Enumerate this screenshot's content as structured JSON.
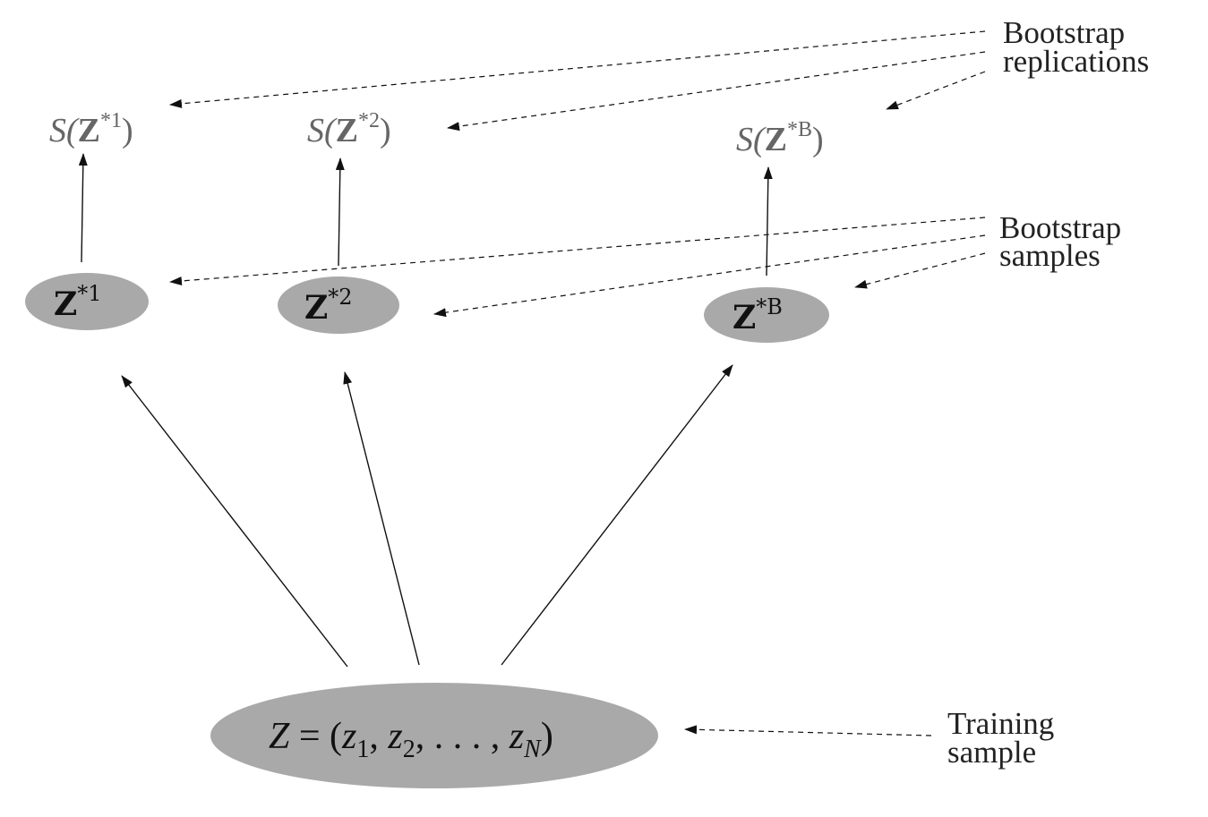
{
  "labels": {
    "replications_line1": "Bootstrap",
    "replications_line2": "replications",
    "samples_line1": "Bootstrap",
    "samples_line2": "samples",
    "training_line1": "Training",
    "training_line2": "sample"
  },
  "statistics": [
    {
      "prefix": "S(",
      "bold": "Z",
      "sup": "*1",
      "suffix": ")"
    },
    {
      "prefix": "S(",
      "bold": "Z",
      "sup": "*2",
      "suffix": ")"
    },
    {
      "prefix": "S(",
      "bold": "Z",
      "sup": "*B",
      "suffix": ")"
    }
  ],
  "bootstrap_samples": [
    {
      "bold": "Z",
      "sup": "*1"
    },
    {
      "bold": "Z",
      "sup": "*2"
    },
    {
      "bold": "Z",
      "sup": "*B"
    }
  ],
  "training_sample": {
    "lhs": "Z",
    "eq": " = (",
    "z1": "z",
    "sub1": "1",
    "z2": "z",
    "sub2": "2",
    "dots": ", . . . , ",
    "zN": "z",
    "subN": "N",
    "close": ")"
  },
  "colors": {
    "node_fill": "#a9a9a9",
    "line": "#111111",
    "statistic_text": "#666666"
  }
}
